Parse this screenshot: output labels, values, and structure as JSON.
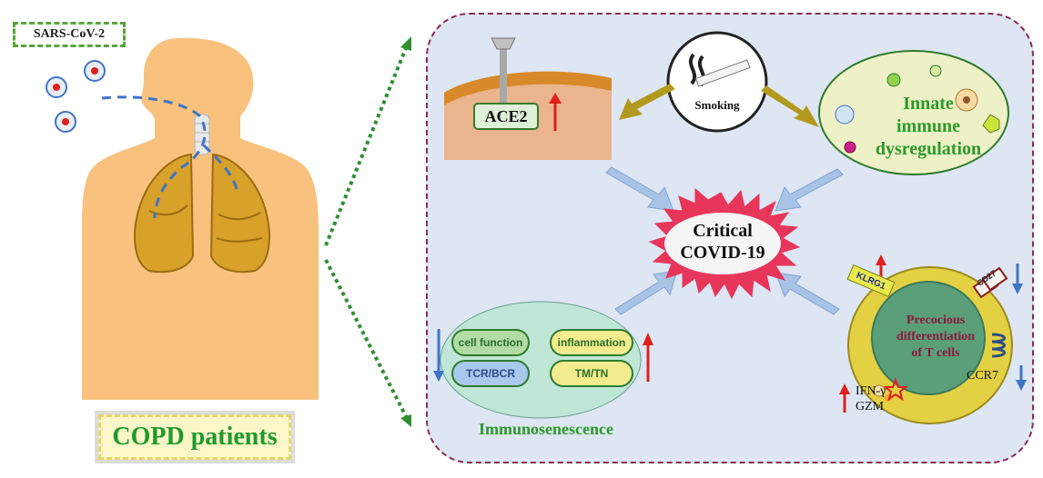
{
  "labels": {
    "sars": "SARS-CoV-2",
    "copd": "COPD patients",
    "ace2": "ACE2",
    "smoking": "Smoking",
    "innate_line1": "Innate",
    "innate_line2": "immune",
    "innate_line3": "dysregulation",
    "critical_line1": "Critical",
    "critical_line2": "COVID-19",
    "precocious_line1": "Precocious",
    "precocious_line2": "differentiation",
    "precocious_line3": "of T cells",
    "klrg1": "KLRG1",
    "cd27": "CD27",
    "ccr7": "CCR7",
    "ifn": "IFN-γ",
    "gzm": "GZM",
    "immuno": "Immunosenescence",
    "cell_function": "cell function",
    "tcr_bcr": "TCR/BCR",
    "inflammation": "inflammation",
    "tm_tn": "TM/TN"
  },
  "colors": {
    "panel_bg": "#dde6f2",
    "panel_border": "#8b2a55",
    "body_skin": "#f8c27e",
    "lung": "#d7a12a",
    "green_text": "#2a9a2a",
    "arrow_blue": "#a9c3e6",
    "arrow_gold": "#b39a1e",
    "up_arrow": "#e0201c",
    "down_arrow": "#3f74c7",
    "burst": "#e8365b",
    "cell_outer": "#e4d043",
    "cell_nucleus": "#5a9f7a"
  }
}
